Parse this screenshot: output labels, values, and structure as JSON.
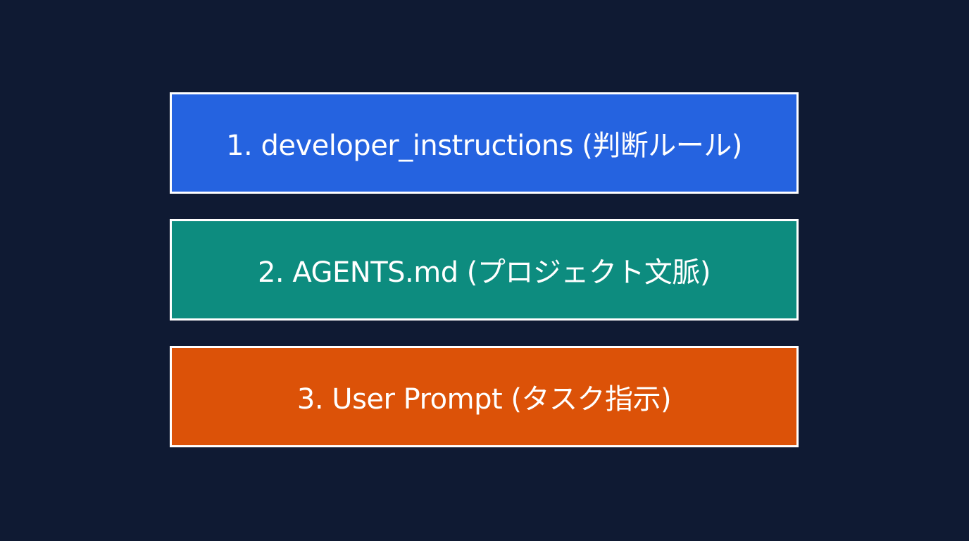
{
  "layers": [
    {
      "label": "1. developer_instructions (判断ルール)",
      "color": "#2563e0"
    },
    {
      "label": "2. AGENTS.md (プロジェクト文脈)",
      "color": "#0d8c7f"
    },
    {
      "label": "3. User Prompt (タスク指示)",
      "color": "#dc5208"
    }
  ]
}
